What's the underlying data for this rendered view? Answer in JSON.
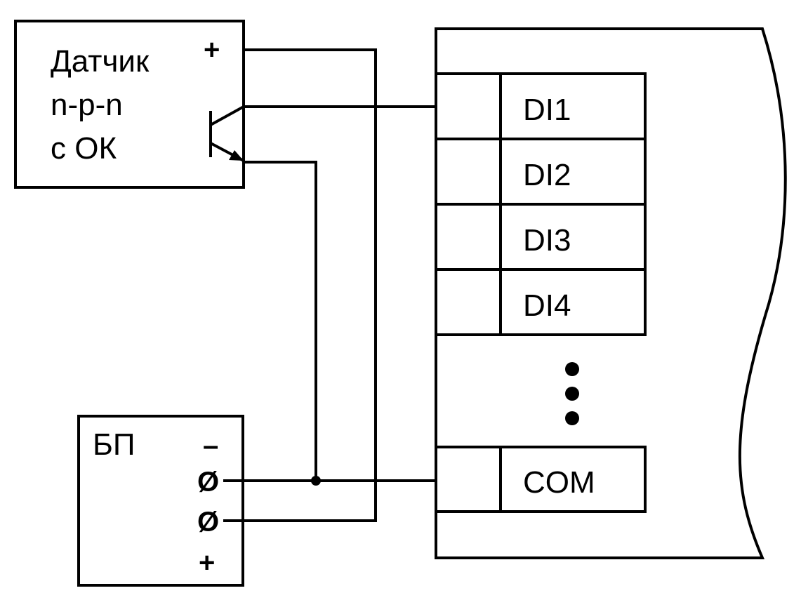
{
  "sensor": {
    "lines": [
      "Датчик",
      "n-p-n",
      "с ОК"
    ],
    "plus": "+"
  },
  "power_supply": {
    "label": "БП",
    "minus": "–",
    "terminal_symbol": "Ø",
    "plus": "+"
  },
  "module": {
    "inputs": [
      "DI1",
      "DI2",
      "DI3",
      "DI4"
    ],
    "common": "COM"
  }
}
